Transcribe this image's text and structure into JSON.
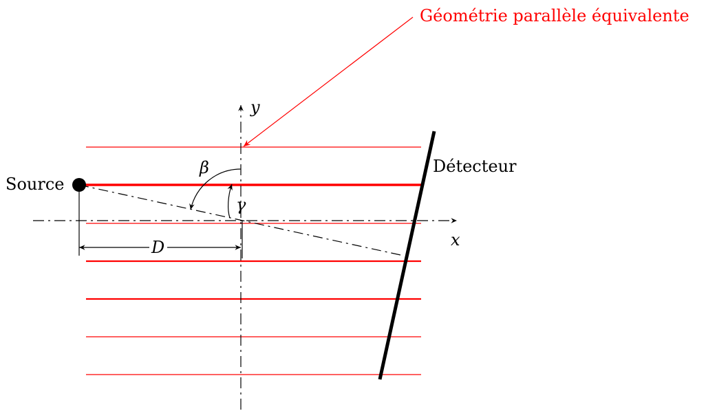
{
  "labels": {
    "title": "Géométrie parallèle équivalente",
    "source": "Source",
    "detector": "Détecteur",
    "x_axis": "x",
    "y_axis": "y",
    "beta": "β",
    "gamma": "γ",
    "distance": "D"
  },
  "colors": {
    "rays": "#ff0000",
    "annotation": "#ff0000",
    "ink": "#000000"
  }
}
